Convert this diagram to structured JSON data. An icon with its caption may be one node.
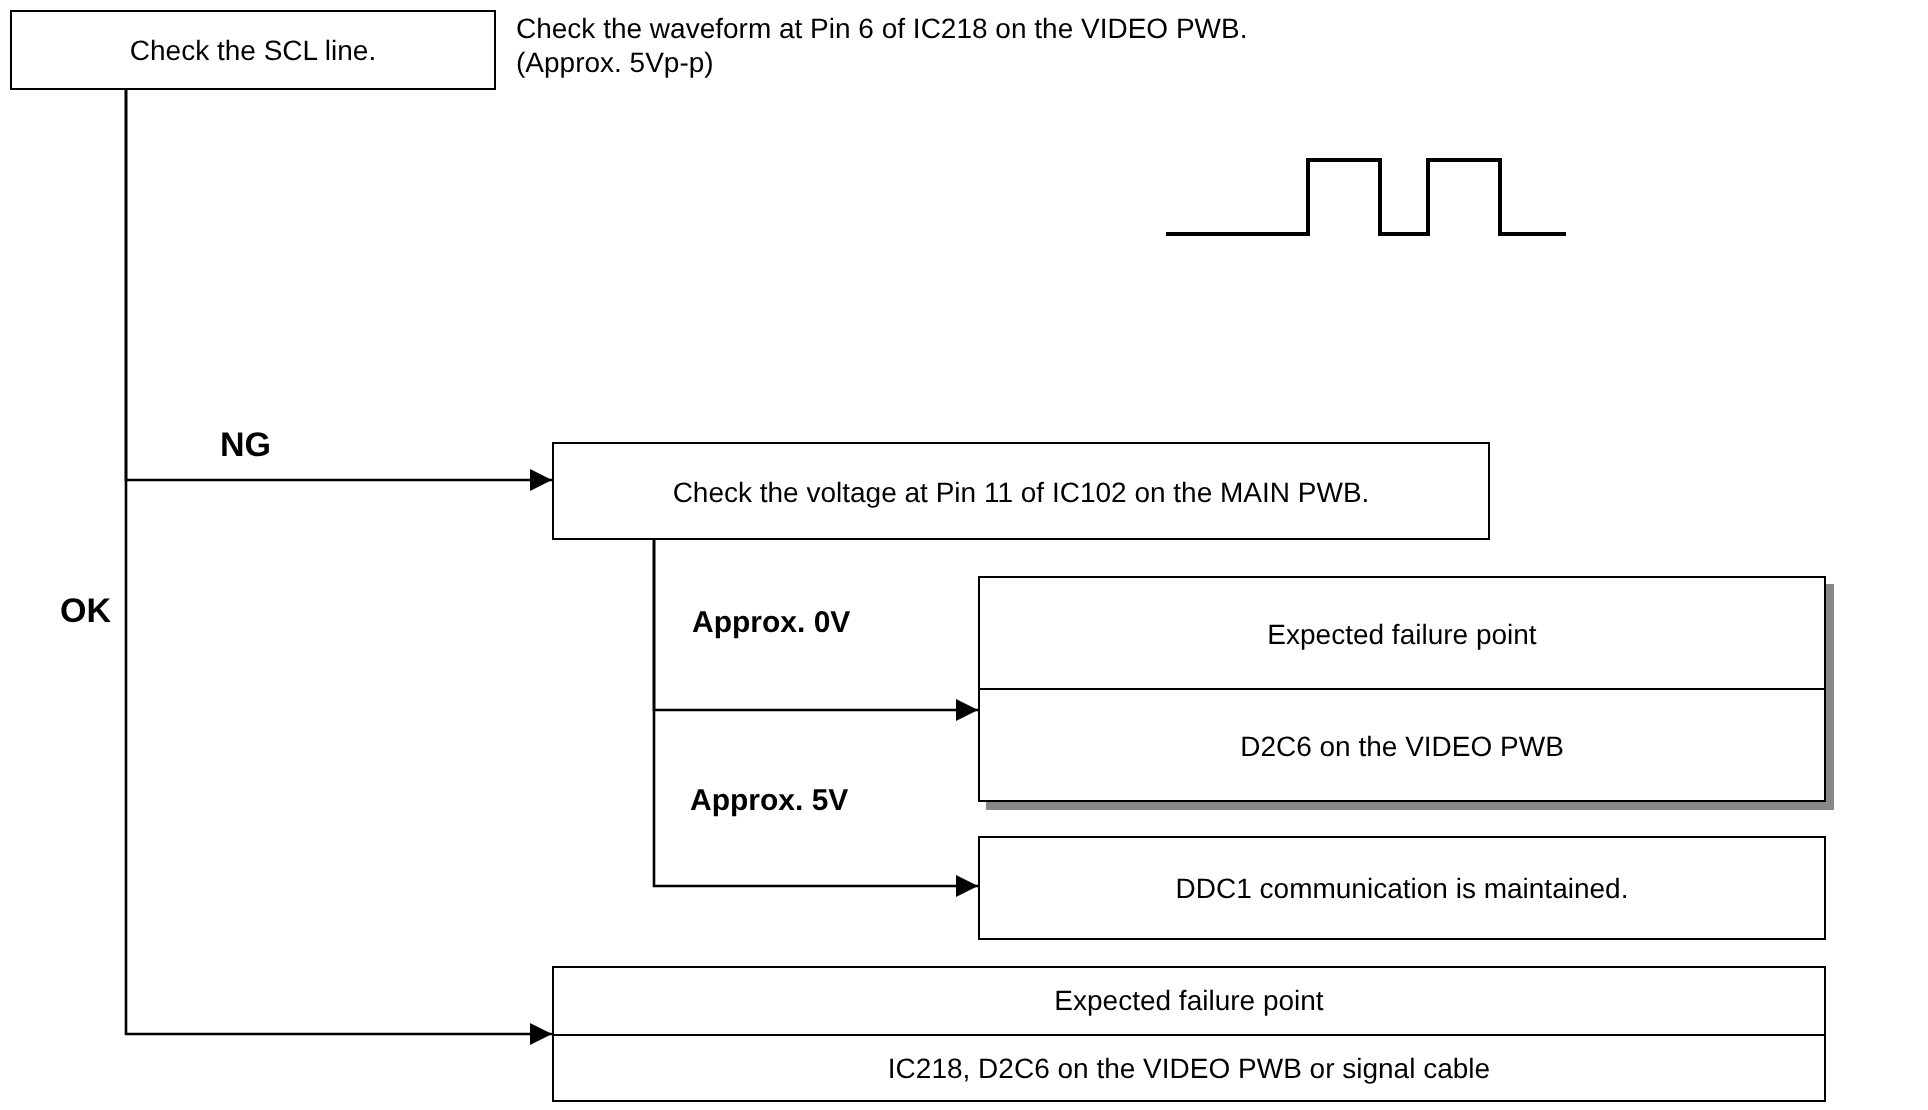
{
  "diagram": {
    "nodes": [
      {
        "text": [
          "Check the SCL line."
        ],
        "beside": [
          "Check the waveform at Pin 6 of IC218 on the VIDEO PWB. (Approx. 5Vp-p)"
        ]
      },
      {
        "text": [
          "Check the voltage at Pin 11 of IC102 on the MAIN PWB."
        ]
      },
      {
        "text": [
          "Expected failure point",
          "D2C6 on the VIDEO PWB"
        ]
      },
      {
        "text": [
          "DDC1 communication is maintained."
        ]
      },
      {
        "text": [
          "Expected failure point",
          "IC218, D2C6 on the VIDEO PWB or signal cable"
        ]
      }
    ],
    "edges": [
      {
        "from": 0,
        "to": 1,
        "arrow": "to",
        "label": "NG"
      },
      {
        "from": 1,
        "to": 2,
        "arrow": "to",
        "label": "Approx. 0V"
      },
      {
        "from": 1,
        "to": 3,
        "arrow": "to",
        "label": "Approx. 5V"
      },
      {
        "from": 0,
        "to": 4,
        "arrow": "to",
        "label": "OK"
      }
    ]
  }
}
